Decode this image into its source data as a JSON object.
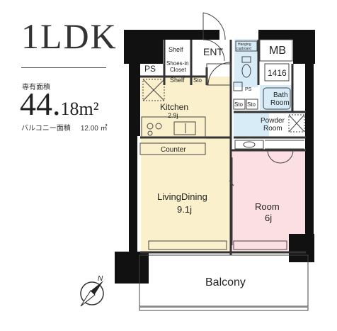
{
  "header": {
    "type": "1LDK",
    "area_label": "専有面積",
    "area_int": "44.",
    "area_dec": "18",
    "area_unit": "m²",
    "balcony_label": "バルコニー面積",
    "balcony_value": "12.00 ㎡"
  },
  "rooms": {
    "ps_left": "PS",
    "shelf_top": "Shelf",
    "shoes_closet": "Shoes-in Closet",
    "shelf_bottom": "Shelf",
    "sto_left": "Sto",
    "ent": "ENT",
    "hanging": "Hanging cupboard",
    "mb": "MB",
    "unit_number": "1416",
    "ps_small": "PS",
    "sto_mid": "Sto",
    "sto_right": "Sto",
    "bath": "Bath Room",
    "powder": "Powder Room",
    "kitchen": "Kitchen",
    "kitchen_size": "2.9j",
    "counter": "Counter",
    "living": "LivingDining",
    "living_size": "9.1j",
    "room": "Room",
    "room_size": "6j",
    "balcony": "Balcony"
  },
  "compass": {
    "label": "N"
  },
  "colors": {
    "wall": "#111111",
    "ldk_floor": "#fbf0cc",
    "room_floor": "#fbdfe2",
    "wet_floor": "#d7ecf7"
  }
}
